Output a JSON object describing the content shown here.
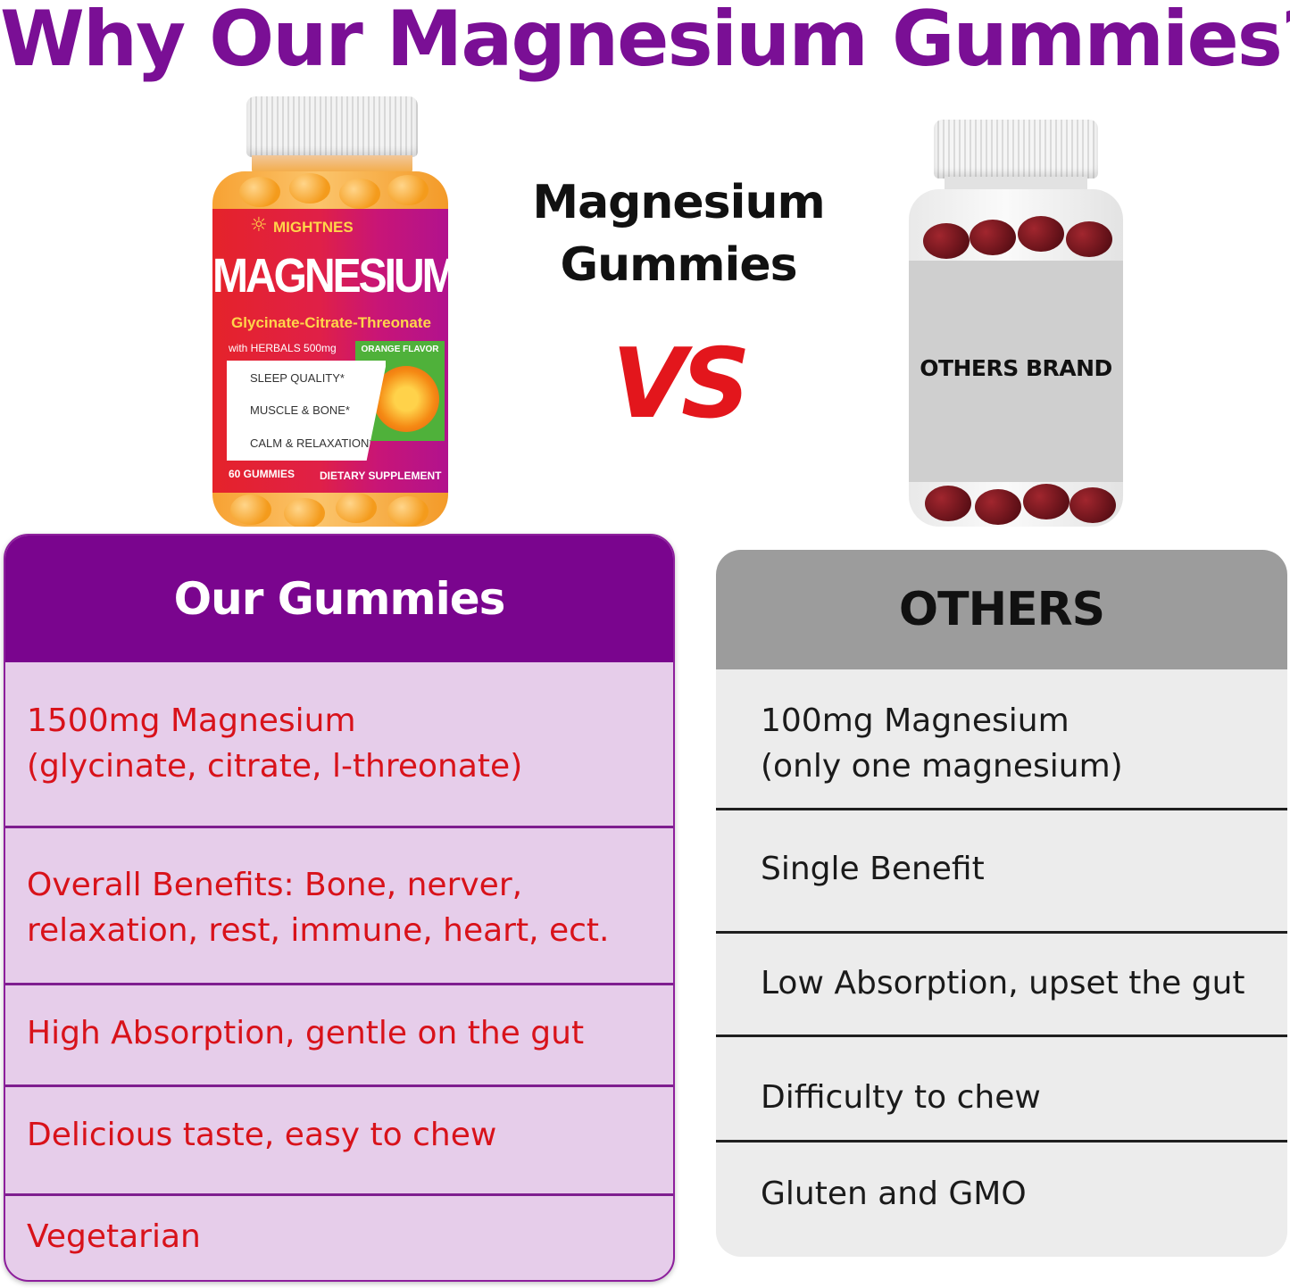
{
  "headline": "Why Our Magnesium Gummies?",
  "center_label": {
    "line1": "Magnesium",
    "line2": "Gummies"
  },
  "vs_text": "VS",
  "our_bottle": {
    "brand": "MIGHTNES",
    "title": "MAGNESIUM",
    "subtitle": "Glycinate-Citrate-Threonate",
    "herbals": "with HERBALS 500mg",
    "flavor": "ORANGE FLAVOR",
    "benefits": [
      "SLEEP QUALITY*",
      "MUSCLE & BONE*",
      "CALM & RELAXATION*"
    ],
    "count": "60 GUMMIES",
    "type": "DIETARY SUPPLEMENT"
  },
  "other_bottle": {
    "label": "OTHERS BRAND"
  },
  "our_panel": {
    "title": "Our Gummies",
    "rows": [
      {
        "line1": "1500mg Magnesium",
        "line2": "(glycinate, citrate, l-threonate)"
      },
      {
        "line1": "Overall Benefits: Bone, nerver,",
        "line2": "relaxation, rest, immune, heart, ect."
      },
      {
        "line1": "High Absorption, gentle on the gut",
        "line2": ""
      },
      {
        "line1": "Delicious taste, easy to chew",
        "line2": ""
      },
      {
        "line1": "Vegetarian",
        "line2": ""
      }
    ]
  },
  "others_panel": {
    "title": "OTHERS",
    "rows": [
      {
        "line1": "100mg Magnesium",
        "line2": "(only one magnesium)"
      },
      {
        "line1": "Single Benefit",
        "line2": ""
      },
      {
        "line1": "Low Absorption, upset the gut",
        "line2": ""
      },
      {
        "line1": "Difficulty to chew",
        "line2": ""
      },
      {
        "line1": "Gluten and GMO",
        "line2": ""
      }
    ]
  },
  "colors": {
    "purple": "#7a058e",
    "red": "#d8121a",
    "vs_red": "#e3161c",
    "gray": "#9c9c9c"
  }
}
